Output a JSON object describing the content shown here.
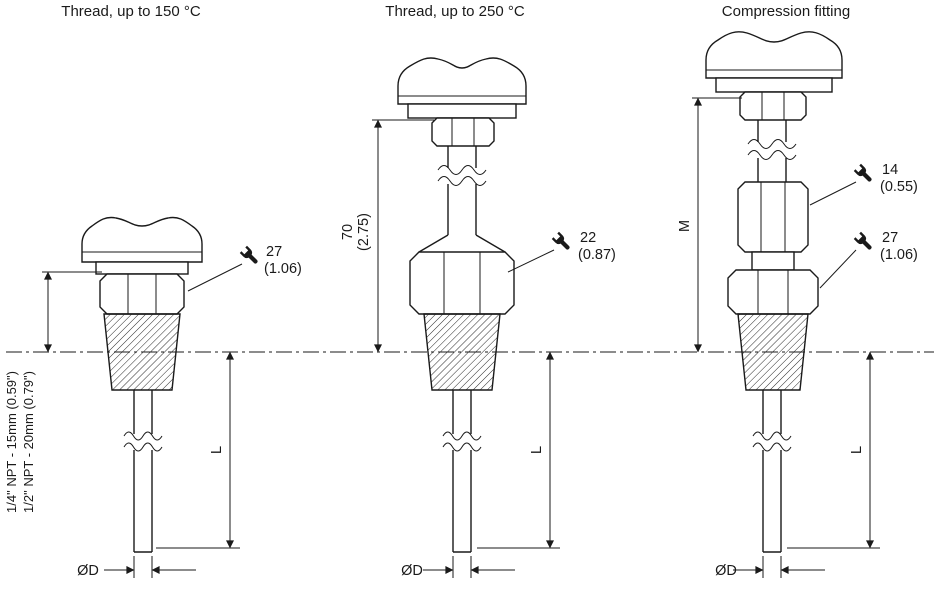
{
  "figures": {
    "left": {
      "title": "Thread, up to 150 °C",
      "wrench": {
        "size": "27",
        "size_in": "(1.06)"
      },
      "thread_spec_line1": "1/4\" NPT - 15mm (0.59\")",
      "thread_spec_line2": "1/2\" NPT - 20mm (0.79\")",
      "length_label": "L",
      "diameter_label": "ØD"
    },
    "middle": {
      "title": "Thread, up to 250 °C",
      "height": {
        "value": "70",
        "value_in": "(2.75)"
      },
      "wrench": {
        "size": "22",
        "size_in": "(0.87)"
      },
      "length_label": "L",
      "diameter_label": "ØD"
    },
    "right": {
      "title": "Compression fitting",
      "height_label": "M",
      "wrench_top": {
        "size": "14",
        "size_in": "(0.55)"
      },
      "wrench_bottom": {
        "size": "27",
        "size_in": "(1.06)"
      },
      "length_label": "L",
      "diameter_label": "ØD"
    }
  },
  "colors": {
    "line": "#1a1a1a",
    "background": "#ffffff"
  }
}
